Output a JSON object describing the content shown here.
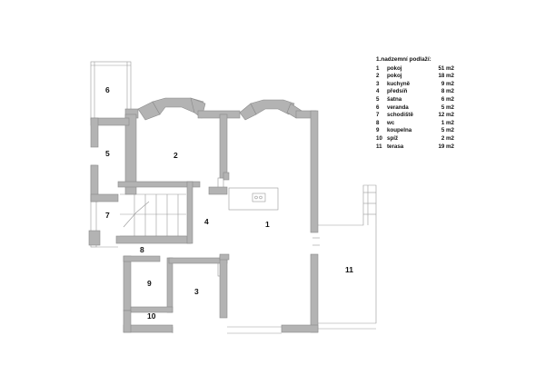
{
  "legend": {
    "title": "1.nadzemní podlaží:",
    "rows": [
      {
        "num": "1",
        "name": "pokoj",
        "area": "51 m2"
      },
      {
        "num": "2",
        "name": "pokoj",
        "area": "18 m2"
      },
      {
        "num": "3",
        "name": "kuchyně",
        "area": "9 m2"
      },
      {
        "num": "4",
        "name": "předsíň",
        "area": "8 m2"
      },
      {
        "num": "5",
        "name": "šatna",
        "area": "6 m2"
      },
      {
        "num": "6",
        "name": "veranda",
        "area": "5 m2"
      },
      {
        "num": "7",
        "name": "schodiště",
        "area": "12 m2"
      },
      {
        "num": "8",
        "name": "wc",
        "area": "1 m2"
      },
      {
        "num": "9",
        "name": "koupelna",
        "area": "5 m2"
      },
      {
        "num": "10",
        "name": "spíž",
        "area": "2 m2"
      },
      {
        "num": "11",
        "name": "terasa",
        "area": "19 m2"
      }
    ]
  },
  "rooms": [
    {
      "label": "1"
    },
    {
      "label": "2"
    },
    {
      "label": "3"
    },
    {
      "label": "4"
    },
    {
      "label": "5"
    },
    {
      "label": "6"
    },
    {
      "label": "7"
    },
    {
      "label": "8"
    },
    {
      "label": "9"
    },
    {
      "label": "10"
    },
    {
      "label": "11"
    }
  ]
}
